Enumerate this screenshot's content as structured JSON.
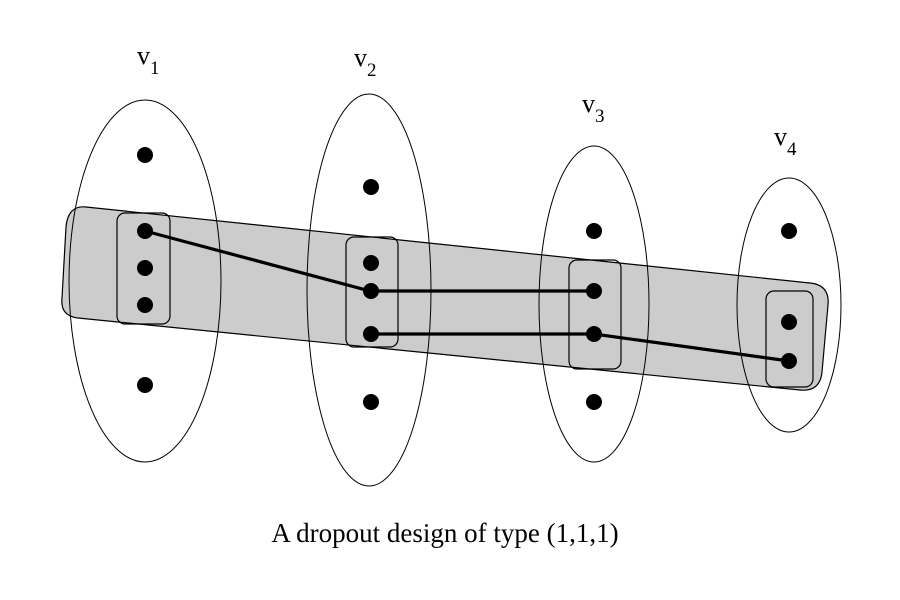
{
  "caption": "A dropout design of type (1,1,1)",
  "parts": [
    {
      "letter": "v",
      "sub": "1"
    },
    {
      "letter": "v",
      "sub": "2"
    },
    {
      "letter": "v",
      "sub": "3"
    },
    {
      "letter": "v",
      "sub": "4"
    }
  ],
  "colors": {
    "band_fill": "#cccccc",
    "stroke": "#000000",
    "background": "#ffffff"
  }
}
